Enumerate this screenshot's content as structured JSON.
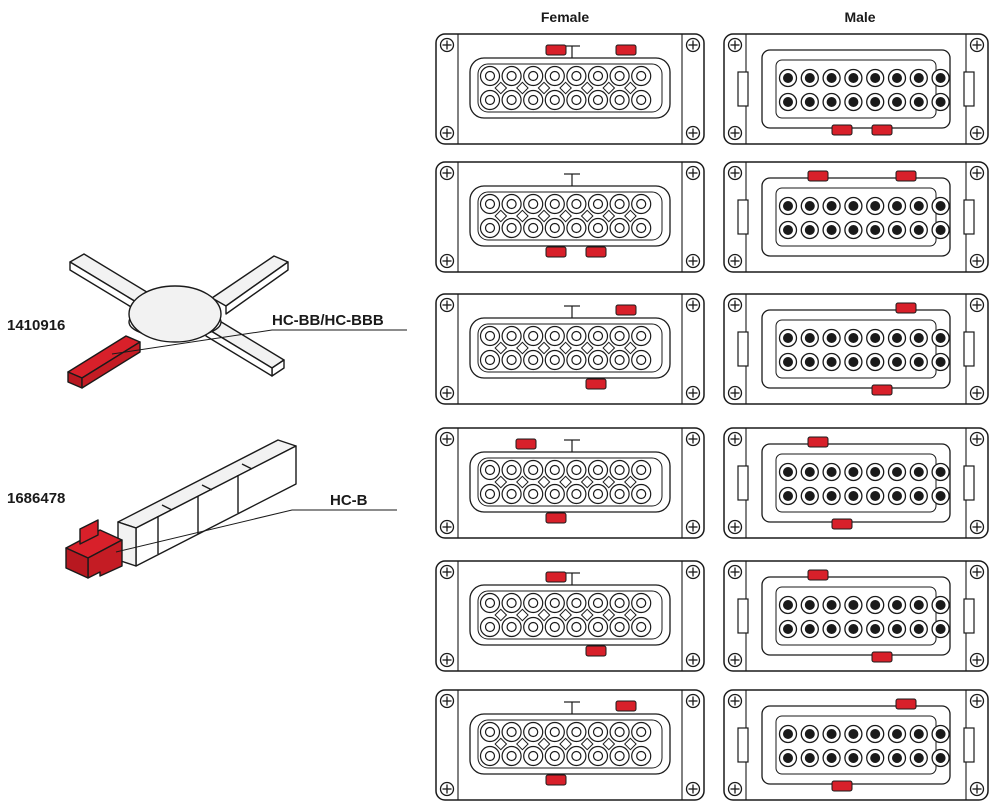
{
  "headers": {
    "female": "Female",
    "male": "Male"
  },
  "parts": [
    {
      "part_number": "1410916",
      "type_label": "HC-BB/HC-BBB"
    },
    {
      "part_number": "1686478",
      "type_label": "HC-B"
    }
  ],
  "colors": {
    "coding_red": "#d8202a",
    "line": "#1a1a1a",
    "fill": "#ffffff",
    "light_fill": "#f2f2f2"
  },
  "coding_rows": [
    {
      "female_top": [
        1,
        3
      ],
      "female_bottom": [],
      "male_top": [],
      "male_bottom": [
        1,
        2
      ]
    },
    {
      "female_top": [],
      "female_bottom": [
        1,
        2
      ],
      "male_top": [
        0,
        3
      ],
      "male_bottom": []
    },
    {
      "female_top": [
        3
      ],
      "female_bottom": [
        2
      ],
      "male_top": [
        3
      ],
      "male_bottom": [
        2
      ]
    },
    {
      "female_top": [
        0
      ],
      "female_bottom": [
        1
      ],
      "male_top": [
        0
      ],
      "male_bottom": [
        1
      ]
    },
    {
      "female_top": [
        1
      ],
      "female_bottom": [
        2
      ],
      "male_top": [
        0
      ],
      "male_bottom": [
        2
      ]
    },
    {
      "female_top": [
        3
      ],
      "female_bottom": [
        1
      ],
      "male_top": [
        3
      ],
      "male_bottom": [
        1
      ]
    }
  ]
}
